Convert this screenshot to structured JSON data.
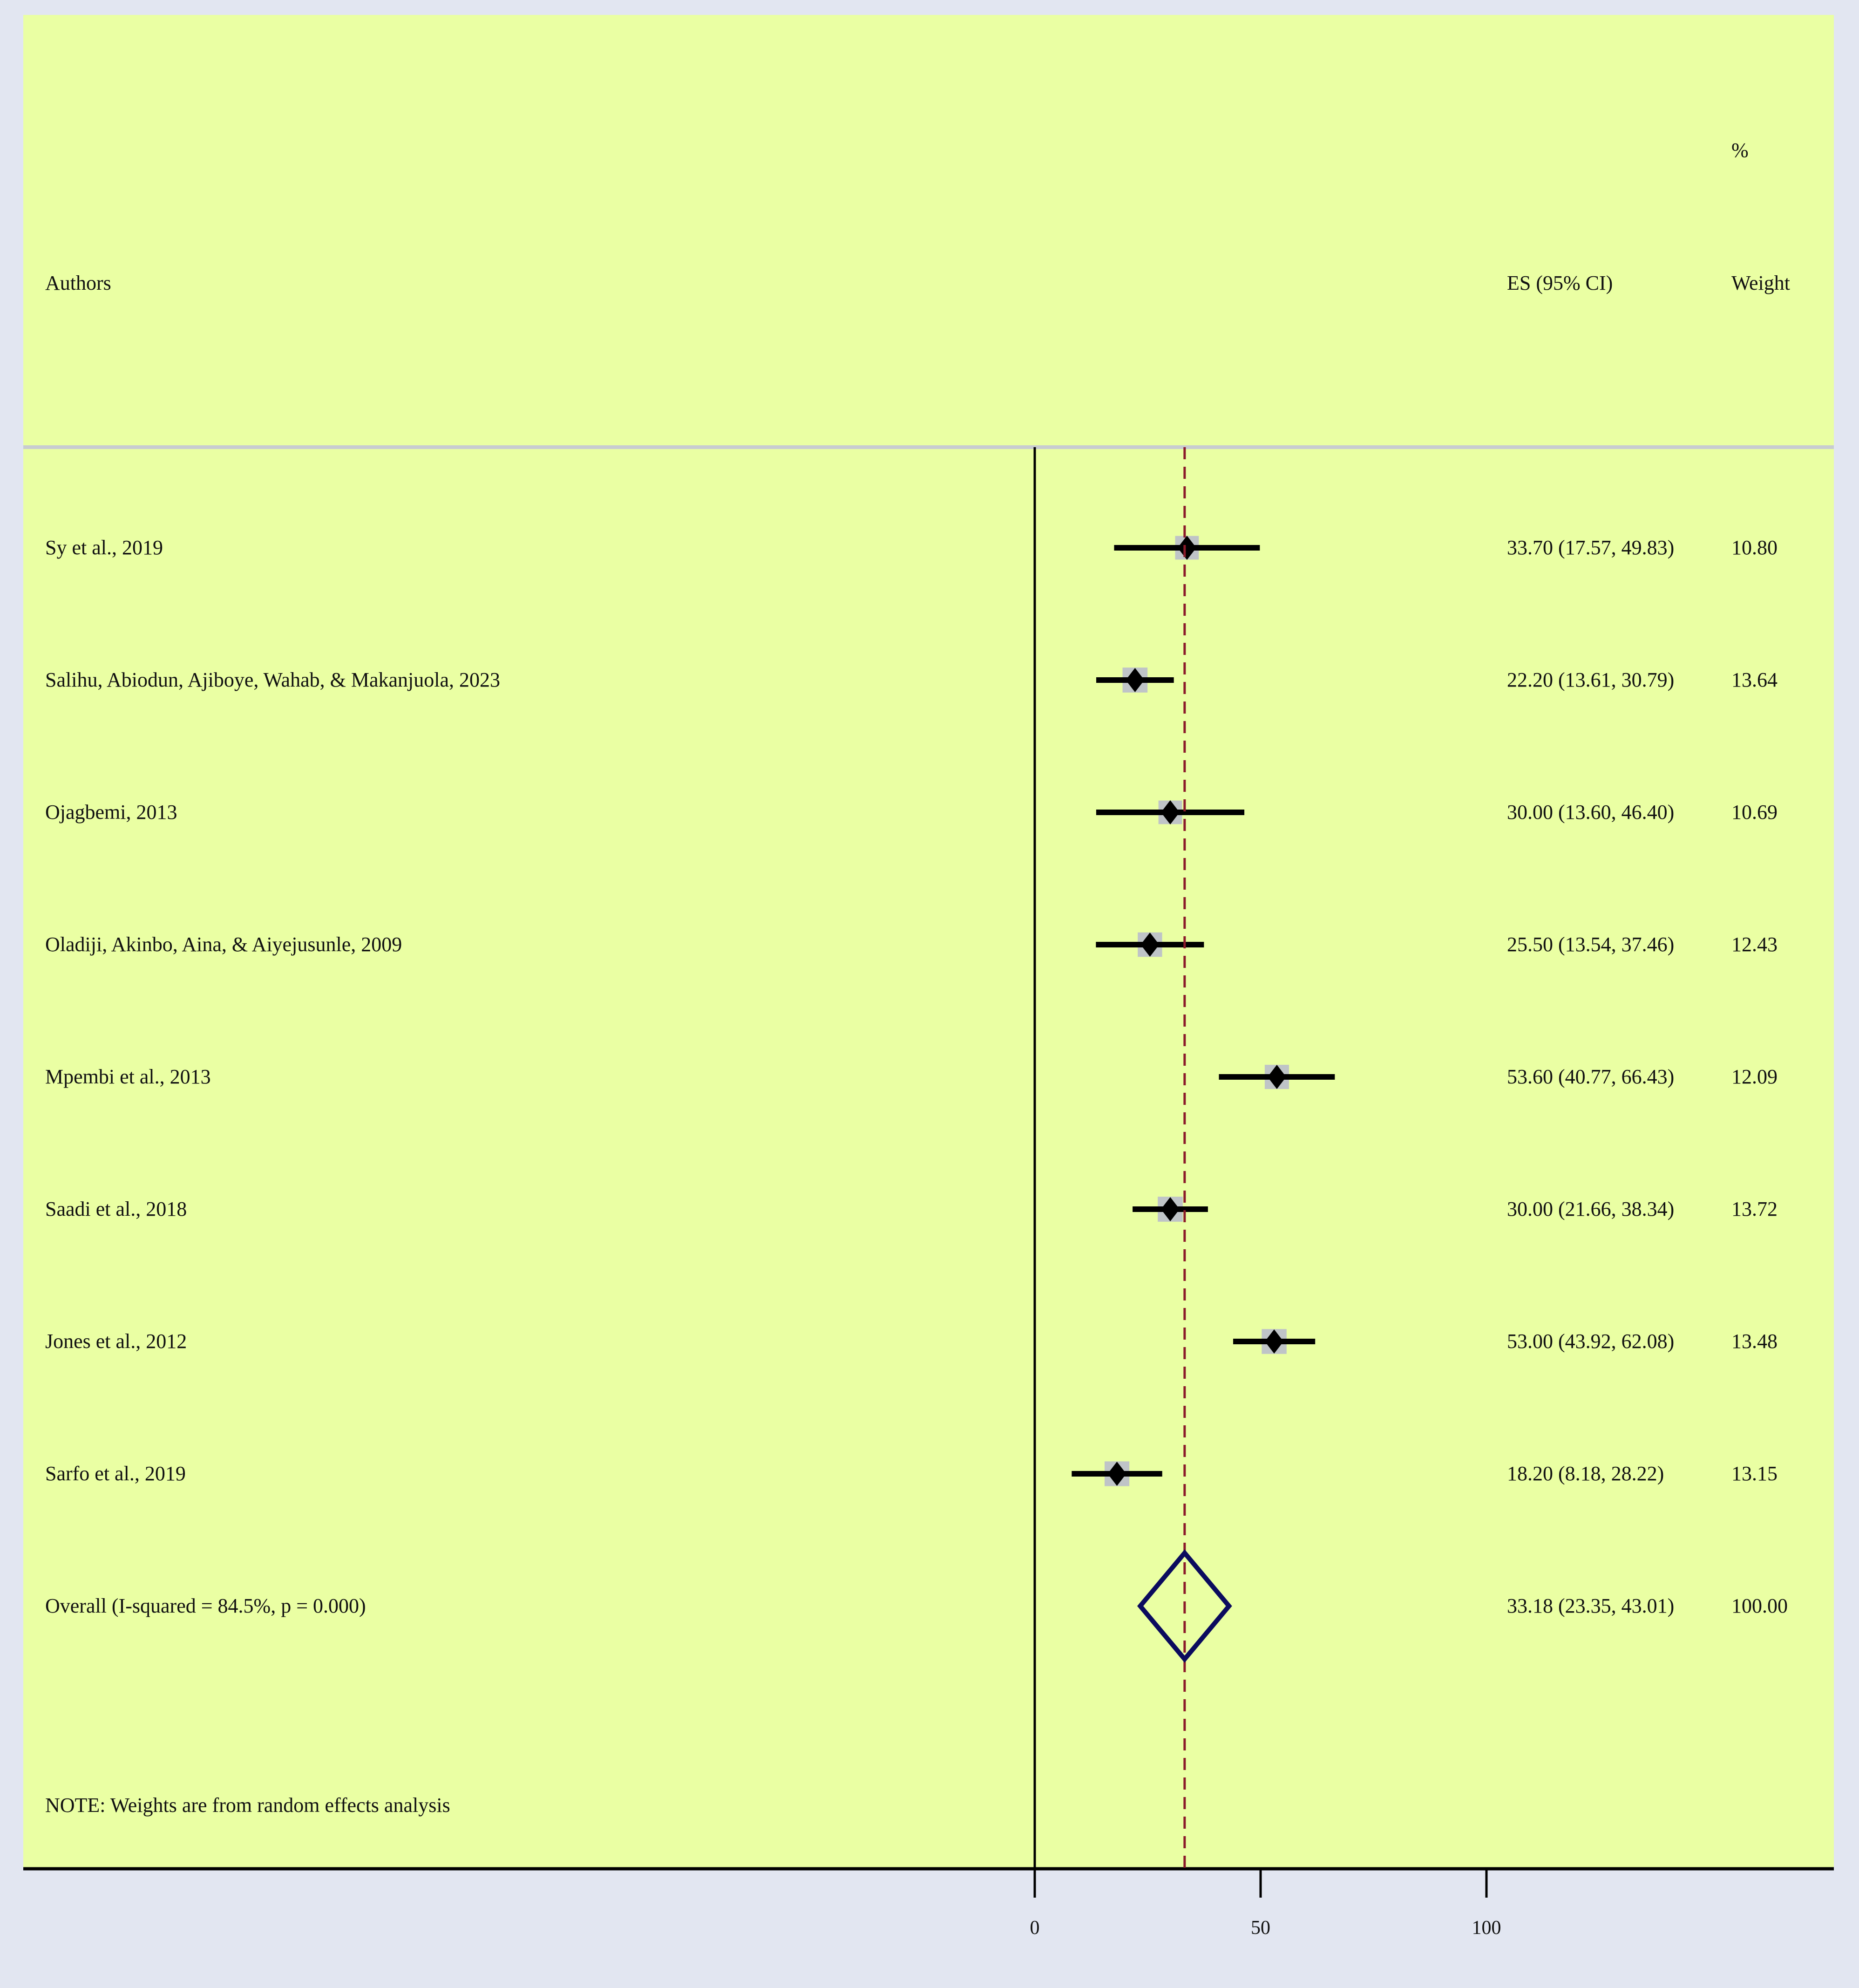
{
  "chart_data": {
    "type": "forest",
    "headers": {
      "study": "Authors",
      "estimate": "ES (95% CI)",
      "weight_top": "%",
      "weight": "Weight"
    },
    "studies": [
      {
        "label": "Sy et al., 2019",
        "es": 33.7,
        "lo": 17.57,
        "hi": 49.83,
        "es_text": "33.70 (17.57, 49.83)",
        "weight": 10.8,
        "weight_text": "10.80"
      },
      {
        "label": "Salihu, Abiodun, Ajiboye, Wahab, & Makanjuola, 2023",
        "es": 22.2,
        "lo": 13.61,
        "hi": 30.79,
        "es_text": "22.20 (13.61, 30.79)",
        "weight": 13.64,
        "weight_text": "13.64"
      },
      {
        "label": "Ojagbemi, 2013",
        "es": 30.0,
        "lo": 13.6,
        "hi": 46.4,
        "es_text": "30.00 (13.60, 46.40)",
        "weight": 10.69,
        "weight_text": "10.69"
      },
      {
        "label": "Oladiji, Akinbo, Aina, & Aiyejusunle, 2009",
        "es": 25.5,
        "lo": 13.54,
        "hi": 37.46,
        "es_text": "25.50 (13.54, 37.46)",
        "weight": 12.43,
        "weight_text": "12.43"
      },
      {
        "label": "Mpembi et al., 2013",
        "es": 53.6,
        "lo": 40.77,
        "hi": 66.43,
        "es_text": "53.60 (40.77, 66.43)",
        "weight": 12.09,
        "weight_text": "12.09"
      },
      {
        "label": "Saadi et al., 2018",
        "es": 30.0,
        "lo": 21.66,
        "hi": 38.34,
        "es_text": "30.00 (21.66, 38.34)",
        "weight": 13.72,
        "weight_text": "13.72"
      },
      {
        "label": "Jones et al., 2012",
        "es": 53.0,
        "lo": 43.92,
        "hi": 62.08,
        "es_text": "53.00 (43.92, 62.08)",
        "weight": 13.48,
        "weight_text": "13.48"
      },
      {
        "label": "Sarfo et al., 2019",
        "es": 18.2,
        "lo": 8.18,
        "hi": 28.22,
        "es_text": "18.20 (8.18, 28.22)",
        "weight": 13.15,
        "weight_text": "13.15"
      }
    ],
    "overall": {
      "label": "Overall  (I-squared = 84.5%, p = 0.000)",
      "es": 33.18,
      "lo": 23.35,
      "hi": 43.01,
      "es_text": "33.18 (23.35, 43.01)",
      "weight_text": "100.00"
    },
    "note": "NOTE: Weights are from random effects analysis",
    "x_ticks": [
      0,
      50,
      100
    ],
    "x_tick_labels": [
      "0",
      "50",
      "100"
    ],
    "null_line": 0,
    "xlim": [
      0,
      100
    ],
    "colors": {
      "panel": "#eaffa3",
      "border": "#e2e6f1",
      "ci_line": "#000000",
      "weight_box": "#bfc4c7",
      "point": "#000000",
      "overall_diamond": "#0b0b5e",
      "overall_line": "#8b1a2a",
      "header_rule": "#c8ccd0"
    }
  }
}
